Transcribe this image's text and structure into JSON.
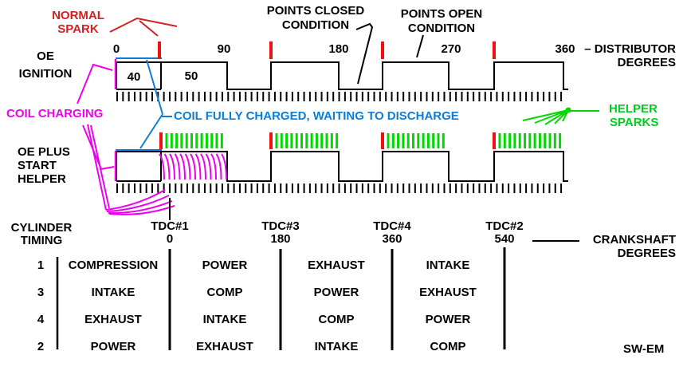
{
  "colors": {
    "spark_red": "#ee1111",
    "accent_red": "#d42020",
    "magenta": "#ee00ee",
    "blue": "#0d7dd8",
    "green": "#00cc22",
    "tick_green": "#00d800"
  },
  "labels": {
    "normal_spark": [
      "NORMAL",
      "SPARK"
    ],
    "points_closed": [
      "POINTS CLOSED",
      "CONDITION"
    ],
    "points_open": [
      "POINTS OPEN",
      "CONDITION"
    ],
    "oe_ignition": [
      "OE",
      "IGNITION"
    ],
    "coil_charging": "COIL CHARGING",
    "coil_fully_charged": "COIL FULLY CHARGED, WAITING TO DISCHARGE",
    "oe_plus_start_helper": [
      "OE PLUS",
      "START",
      "HELPER"
    ],
    "helper_sparks": [
      "HELPER",
      "SPARKS"
    ],
    "cylinder_timing": [
      "CYLINDER",
      "TIMING"
    ]
  },
  "wave1": {
    "charge_label": "40",
    "open_label": "50"
  },
  "axis": {
    "distributor": {
      "ticks": [
        "0",
        "90",
        "180",
        "270",
        "360"
      ],
      "unit": [
        "– DISTRIBUTOR",
        "DEGREES"
      ]
    },
    "crankshaft": {
      "ticks": [
        {
          "tdc": "TDC#1",
          "deg": "0"
        },
        {
          "tdc": "TDC#3",
          "deg": "180"
        },
        {
          "tdc": "TDC#4",
          "deg": "360"
        },
        {
          "tdc": "TDC#2",
          "deg": "540"
        }
      ],
      "unit": [
        "CRANKSHAFT",
        "DEGREES"
      ]
    }
  },
  "table": {
    "cylinders": [
      "1",
      "3",
      "4",
      "2"
    ],
    "rows": [
      [
        "COMPRESSION",
        "POWER",
        "EXHAUST",
        "INTAKE"
      ],
      [
        "INTAKE",
        "COMP",
        "POWER",
        "EXHAUST"
      ],
      [
        "EXHAUST",
        "INTAKE",
        "COMP",
        "POWER"
      ],
      [
        "POWER",
        "EXHAUST",
        "INTAKE",
        "COMP"
      ]
    ]
  },
  "signature": "SW-EM"
}
